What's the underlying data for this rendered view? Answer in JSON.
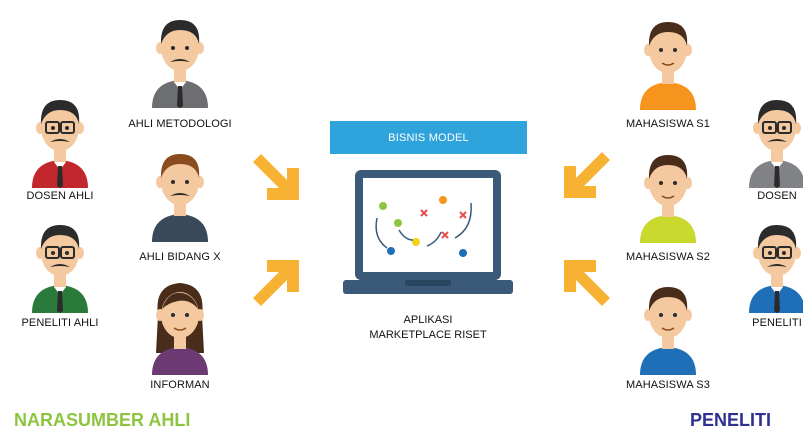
{
  "center": {
    "box_label": "BISNIS MODEL",
    "app_label_line1": "APLIKASI",
    "app_label_line2": "MARKETPLACE RISET"
  },
  "groups": {
    "left": "NARASUMBER AHLI",
    "right": "PENELITI"
  },
  "people": [
    {
      "id": "ahli-metodologi",
      "label": "AHLI METODOLOGI",
      "shirt": "#6d6e71",
      "hair": "#2b2b2b"
    },
    {
      "id": "dosen-ahli",
      "label": "DOSEN AHLI",
      "shirt": "#c1272d",
      "hair": "#2b2b2b"
    },
    {
      "id": "ahli-bidang-x",
      "label": "AHLI BIDANG X",
      "shirt": "#3a4a5a",
      "hair": "#8a4b1f"
    },
    {
      "id": "peneliti-ahli",
      "label": "PENELITI AHLI",
      "shirt": "#2a7a3b",
      "hair": "#2b2b2b"
    },
    {
      "id": "informan",
      "label": "INFORMAN",
      "shirt": "#6b3a73",
      "hair": "#4a2c1a"
    },
    {
      "id": "mahasiswa-s1",
      "label": "MAHASISWA S1",
      "shirt": "#f7941d",
      "hair": "#4a2c1a"
    },
    {
      "id": "dosen",
      "label": "DOSEN",
      "shirt": "#808285",
      "hair": "#2b2b2b"
    },
    {
      "id": "mahasiswa-s2",
      "label": "MAHASISWA S2",
      "shirt": "#c9d92e",
      "hair": "#4a2c1a"
    },
    {
      "id": "peneliti",
      "label": "PENELITI",
      "shirt": "#1f6fb8",
      "hair": "#2b2b2b"
    },
    {
      "id": "mahasiswa-s3",
      "label": "MAHASISWA S3",
      "shirt": "#1f6fb8",
      "hair": "#4a2c1a"
    }
  ],
  "colors": {
    "bisnis_model_box": "#2fa4dc",
    "laptop_body": "#3b5a7a",
    "arrow": "#f7b233",
    "group_left": "#8cc63f",
    "group_right": "#2e3192",
    "skin": "#f5c9a0"
  }
}
